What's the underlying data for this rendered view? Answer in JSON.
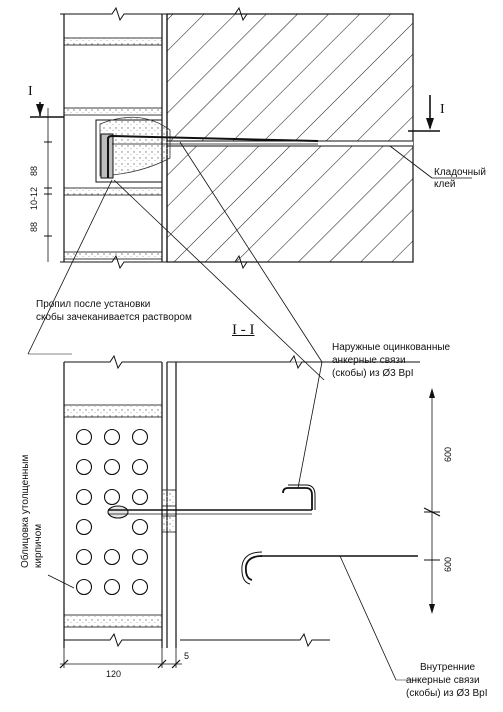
{
  "labels": {
    "section_mark": "I",
    "section_title": "I - I",
    "adhesive": "Кладочный клей",
    "cut_line1": "Пропил после установки",
    "cut_line2": "скобы зачеканивается раствором",
    "outer_line1": "Наружные оцинкованные",
    "outer_line2": "анкерные связи",
    "outer_line3": "(скобы) из Ø3 BpI",
    "inner_line1": "Внутренние",
    "inner_line2": "анкерные связи",
    "inner_line3": "(скобы) из Ø3 BpI",
    "cladding_line1": "Облицовка утолщенным",
    "cladding_line2": "кирпичом"
  },
  "dimensions": {
    "d88_top": "88",
    "d10_12": "10-12",
    "d88_bottom": "88",
    "d600_top": "600",
    "d600_bottom": "600",
    "d120": "120",
    "d5": "5"
  },
  "colors": {
    "line": "#111111",
    "hatch": "#222222",
    "mortar": "#9a9a9a"
  }
}
